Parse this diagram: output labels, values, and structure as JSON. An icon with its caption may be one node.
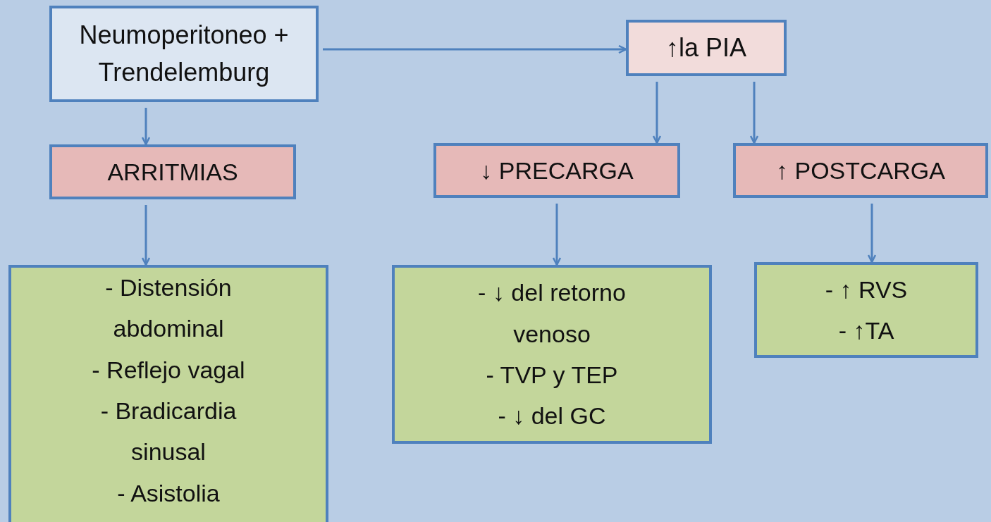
{
  "diagram": {
    "nodes": [
      {
        "text": [
          "Neumoperitoneo + Trendelemburg"
        ]
      },
      {
        "text": [
          "↑la PIA"
        ]
      },
      {
        "text": [
          "ARRITMIAS"
        ]
      },
      {
        "text": [
          "↓  PRECARGA"
        ]
      },
      {
        "text": [
          "↑ POSTCARGA"
        ]
      },
      {
        "text": [
          "- Distensión abdominal",
          "- Reflejo vagal",
          "- Bradicardia sinusal",
          "- Asistolia"
        ]
      },
      {
        "text": [
          "- ↓ del retorno venoso",
          "- TVP  y TEP",
          "- ↓ del GC"
        ]
      },
      {
        "text": [
          "- ↑  RVS",
          "- ↑TA"
        ]
      }
    ],
    "edges": [
      {
        "from": 0,
        "to": 1,
        "arrow": "to"
      },
      {
        "from": 0,
        "to": 2,
        "arrow": "to"
      },
      {
        "from": 1,
        "to": 3,
        "arrow": "to"
      },
      {
        "from": 1,
        "to": 4,
        "arrow": "to"
      },
      {
        "from": 2,
        "to": 5,
        "arrow": "to"
      },
      {
        "from": 3,
        "to": 6,
        "arrow": "to"
      },
      {
        "from": 4,
        "to": 7,
        "arrow": "to"
      }
    ]
  }
}
